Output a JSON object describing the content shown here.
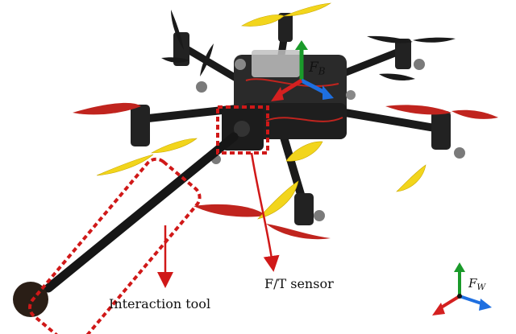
{
  "annotations": {
    "interaction_tool": "Interaction tool",
    "ft_sensor": "F/T sensor"
  },
  "frames": {
    "body_frame": {
      "symbol": "F",
      "subscript": "B"
    },
    "world_frame": {
      "symbol": "F",
      "subscript": "W"
    }
  },
  "colors": {
    "highlight": "#d01818",
    "axis_x": "#d42020",
    "axis_y": "#1a9a2a",
    "axis_z": "#1e6fe0",
    "prop_red": "#c0241e",
    "prop_yellow": "#f2d51c",
    "frame_body": "#1a1a1a"
  },
  "icons": [
    "hexacopter-drone",
    "propeller",
    "ft-sensor",
    "interaction-tool-rod",
    "coordinate-axes"
  ]
}
